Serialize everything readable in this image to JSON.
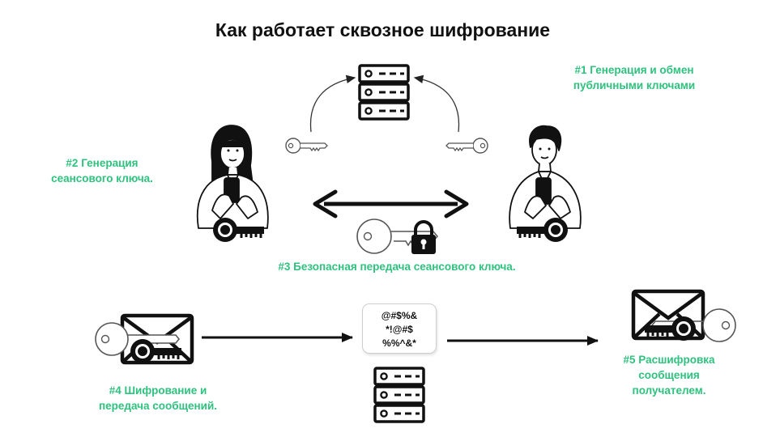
{
  "title": "Как работает сквозное шифрование",
  "steps": {
    "step1": [
      "#1 Генерация и обмен",
      "публичными ключами"
    ],
    "step2": [
      "#2 Генерация",
      "сеансового ключа."
    ],
    "step3": [
      "#3 Безопасная передача сеансового ключа."
    ],
    "step4": [
      "#4 Шифрование и",
      "передача сообщений."
    ],
    "step5": [
      "#5 Расшифровка",
      "сообщения",
      "получателем."
    ]
  },
  "cipher_lines": [
    "@#$%&",
    "*!@#$",
    "%%^&*"
  ],
  "colors": {
    "accent": "#2ec27e",
    "ink": "#111111",
    "light_key": "#ffffff"
  },
  "icons": [
    "server-icon",
    "woman-icon",
    "man-icon",
    "key-icon",
    "padlock-icon",
    "envelope-icon",
    "arrow-icon"
  ]
}
